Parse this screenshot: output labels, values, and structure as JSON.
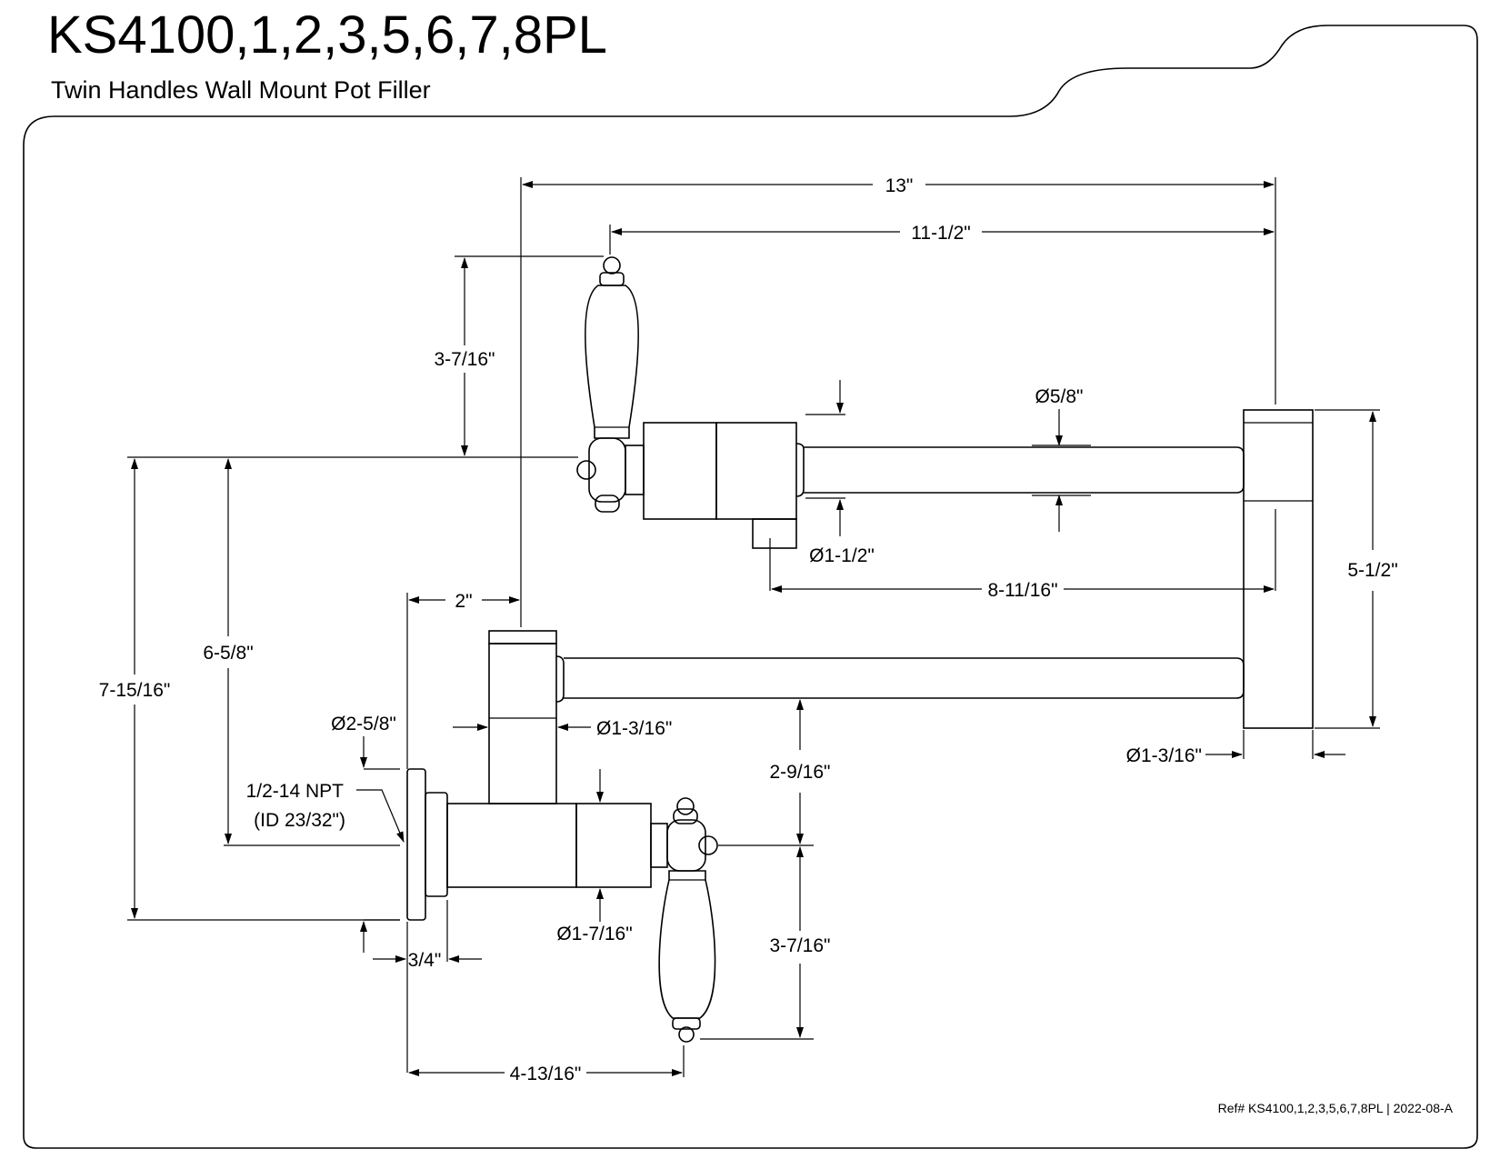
{
  "header": {
    "model": "KS4100,1,2,3,5,6,7,8PL",
    "description": "Twin Handles Wall Mount Pot Filler"
  },
  "dimensions": {
    "overall_width": "13\"",
    "upper_handle_to_end": "11-1/2\"",
    "upper_handle_height": "3-7/16\"",
    "spout_diameter": "Ø5/8\"",
    "upper_body_diameter": "Ø1-1/2\"",
    "outlet_offset": "8-11/16\"",
    "end_height": "5-1/2\"",
    "wall_to_pivot": "2\"",
    "center_height": "6-5/8\"",
    "overall_height": "7-15/16\"",
    "flange_diameter": "Ø2-5/8\"",
    "pivot_diameter": "Ø1-3/16\"",
    "end_diameter": "Ø1-3/16\"",
    "thread_spec": "1/2-14 NPT",
    "thread_id": "(ID 23/32\")",
    "arm_to_center": "2-9/16\"",
    "valve_body_diameter": "Ø1-7/16\"",
    "lower_handle_height": "3-7/16\"",
    "flange_depth": "3/4\"",
    "wall_to_handle": "4-13/16\""
  },
  "footer": {
    "reference": "Ref# KS4100,1,2,3,5,6,7,8PL | 2022-08-A"
  }
}
